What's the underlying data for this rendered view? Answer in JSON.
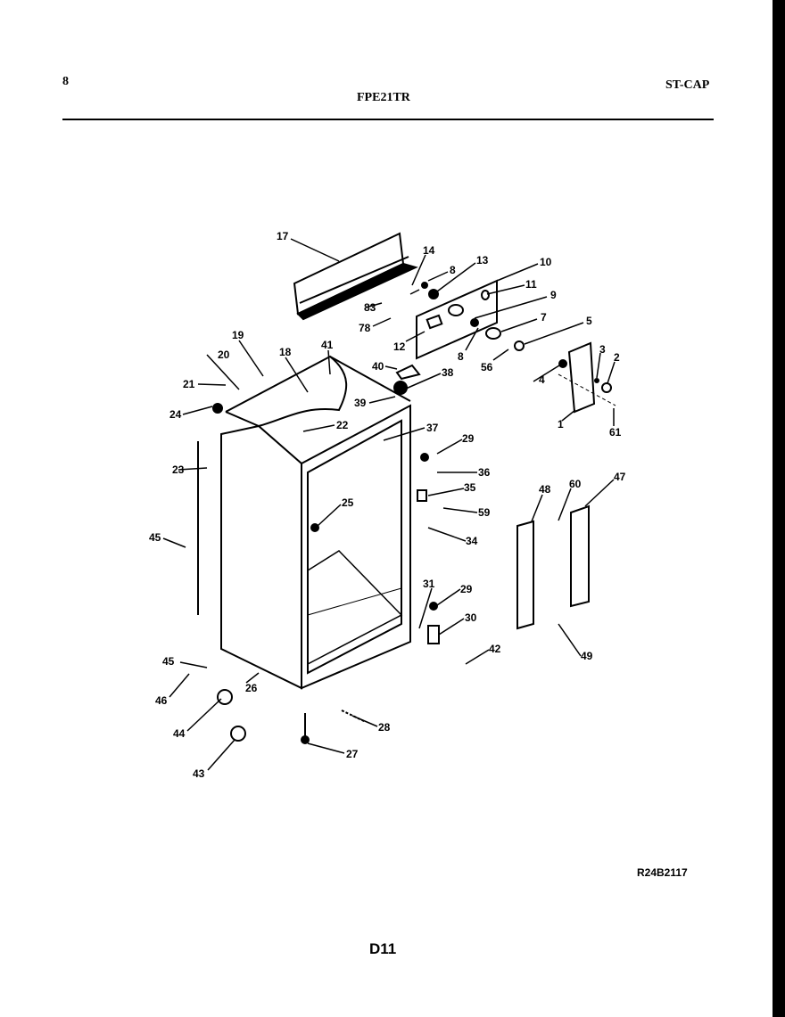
{
  "header": {
    "page_number": "8",
    "model": "FPE21TR",
    "section": "ST-CAP"
  },
  "diagram": {
    "labels": [
      "17",
      "14",
      "8",
      "13",
      "10",
      "11",
      "9",
      "83",
      "78",
      "12",
      "7",
      "5",
      "8",
      "56",
      "3",
      "2",
      "4",
      "1",
      "61",
      "19",
      "18",
      "41",
      "20",
      "40",
      "38",
      "21",
      "39",
      "24",
      "22",
      "37",
      "29",
      "23",
      "36",
      "35",
      "25",
      "59",
      "48",
      "60",
      "47",
      "45",
      "34",
      "31",
      "29",
      "30",
      "42",
      "49",
      "45",
      "26",
      "46",
      "28",
      "44",
      "27",
      "43"
    ]
  },
  "footer": {
    "drawing_code": "R24B2117",
    "page_code": "D11"
  }
}
